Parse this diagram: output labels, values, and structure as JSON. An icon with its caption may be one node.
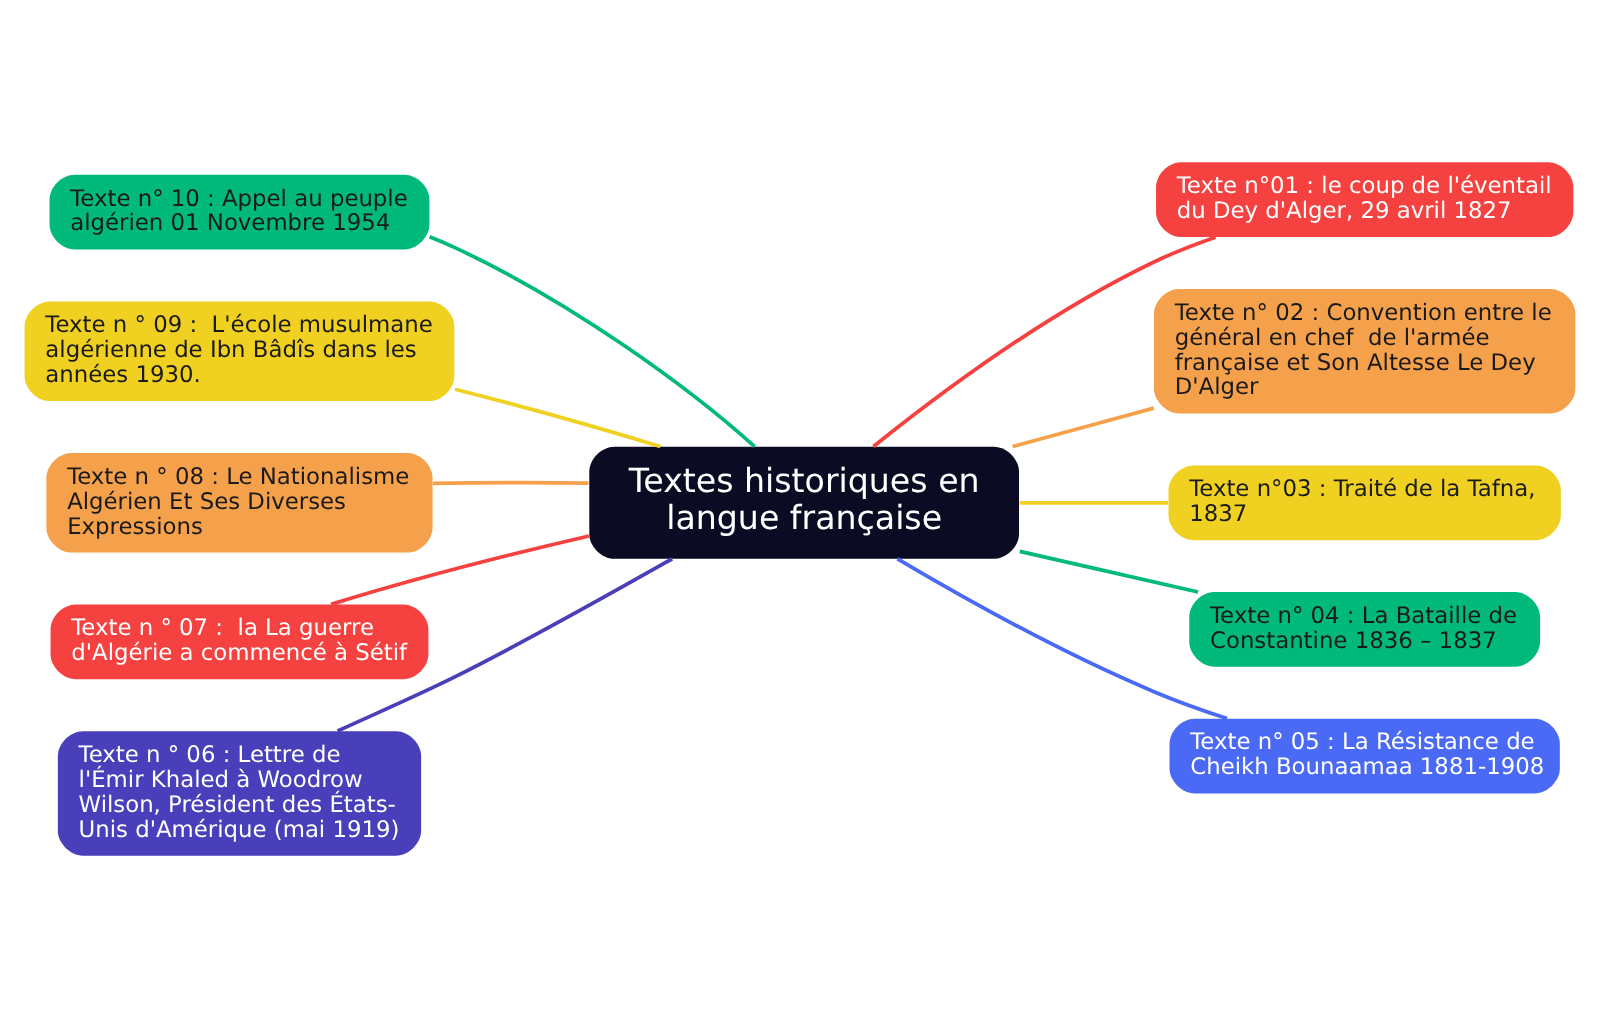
{
  "diagram": {
    "nodes": [
      {
        "text": [
          "Textes historiques en langue française"
        ]
      },
      {
        "text": [
          "Texte n°01 : le coup de l'éventail du Dey d'Alger, 29 avril 1827"
        ]
      },
      {
        "text": [
          "Texte n° 02 : Convention entre le général en chef  de l'armée française et Son Altesse Le Dey D'Alger"
        ]
      },
      {
        "text": [
          "Texte n°03 : Traité de la Tafna, 1837"
        ]
      },
      {
        "text": [
          "Texte n° 04 : La Bataille de Constantine 1836 – 1837"
        ]
      },
      {
        "text": [
          "Texte n° 05 : La Résistance de Cheikh Bounaamaa 1881-1908"
        ]
      },
      {
        "text": [
          "Texte n ° 06 : Lettre de l'Émir Khaled à Woodrow Wilson, Président des États-Unis d'Amérique (mai 1919)"
        ]
      },
      {
        "text": [
          "Texte n ° 07 :  la La guerre d'Algérie a commencé à Sétif"
        ]
      },
      {
        "text": [
          "Texte n ° 08 : Le Nationalisme Algérien Et Ses Diverses Expressions"
        ]
      },
      {
        "text": [
          "Texte n ° 09 :  L'école musulmane algérienne de Ibn Bâdîs dans les années 1930."
        ]
      },
      {
        "text": [
          "Texte n° 10 : Appel au peuple algérien 01 Novembre 1954"
        ]
      }
    ],
    "edges": [
      {
        "from": 0,
        "to": 1,
        "arrow": "none",
        "color": "#f5413f"
      },
      {
        "from": 0,
        "to": 2,
        "arrow": "none",
        "color": "#f5a04a"
      },
      {
        "from": 0,
        "to": 3,
        "arrow": "none",
        "color": "#f0d020"
      },
      {
        "from": 0,
        "to": 4,
        "arrow": "none",
        "color": "#00b97a"
      },
      {
        "from": 0,
        "to": 5,
        "arrow": "none",
        "color": "#4a6af5"
      },
      {
        "from": 0,
        "to": 6,
        "arrow": "none",
        "color": "#4a3fba"
      },
      {
        "from": 0,
        "to": 7,
        "arrow": "none",
        "color": "#f5413f"
      },
      {
        "from": 0,
        "to": 8,
        "arrow": "none",
        "color": "#f5a04a"
      },
      {
        "from": 0,
        "to": 9,
        "arrow": "none",
        "color": "#f0d020"
      },
      {
        "from": 0,
        "to": 10,
        "arrow": "none",
        "color": "#00b97a"
      }
    ]
  }
}
